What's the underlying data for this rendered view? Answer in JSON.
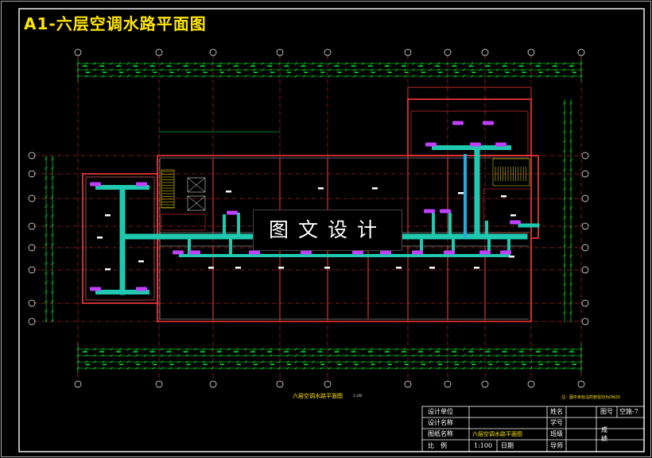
{
  "drawing": {
    "title": "A1-六层空调水路平面图",
    "watermark": "图文设计",
    "plan_title": "六层空调水路平面图",
    "plan_scale": "1:100",
    "note": "注：图中未标注的管径均为DN20"
  },
  "title_block": {
    "design_unit_label": "设计单位",
    "design_name_label": "设计名称",
    "drawing_name_label": "图纸名称",
    "drawing_name_value": "六层空调水路平面图",
    "scale_label": "比　例",
    "scale_value": "1:100",
    "date_label": "日期",
    "name_label": "姓名",
    "student_id_label": "学号",
    "class_label": "班级",
    "advisor_label": "导师",
    "score_label": "成绩",
    "sheet_no_label": "图号",
    "sheet_no_value": "空施-7"
  },
  "colors": {
    "frame": "#ffffff",
    "walls": "#ff3b3b",
    "dimensions": "#00ff33",
    "pipes": "#20c8b0",
    "fancoil": "#c040ff",
    "stairs": "#ffe600",
    "title_text": "#ffe600"
  }
}
